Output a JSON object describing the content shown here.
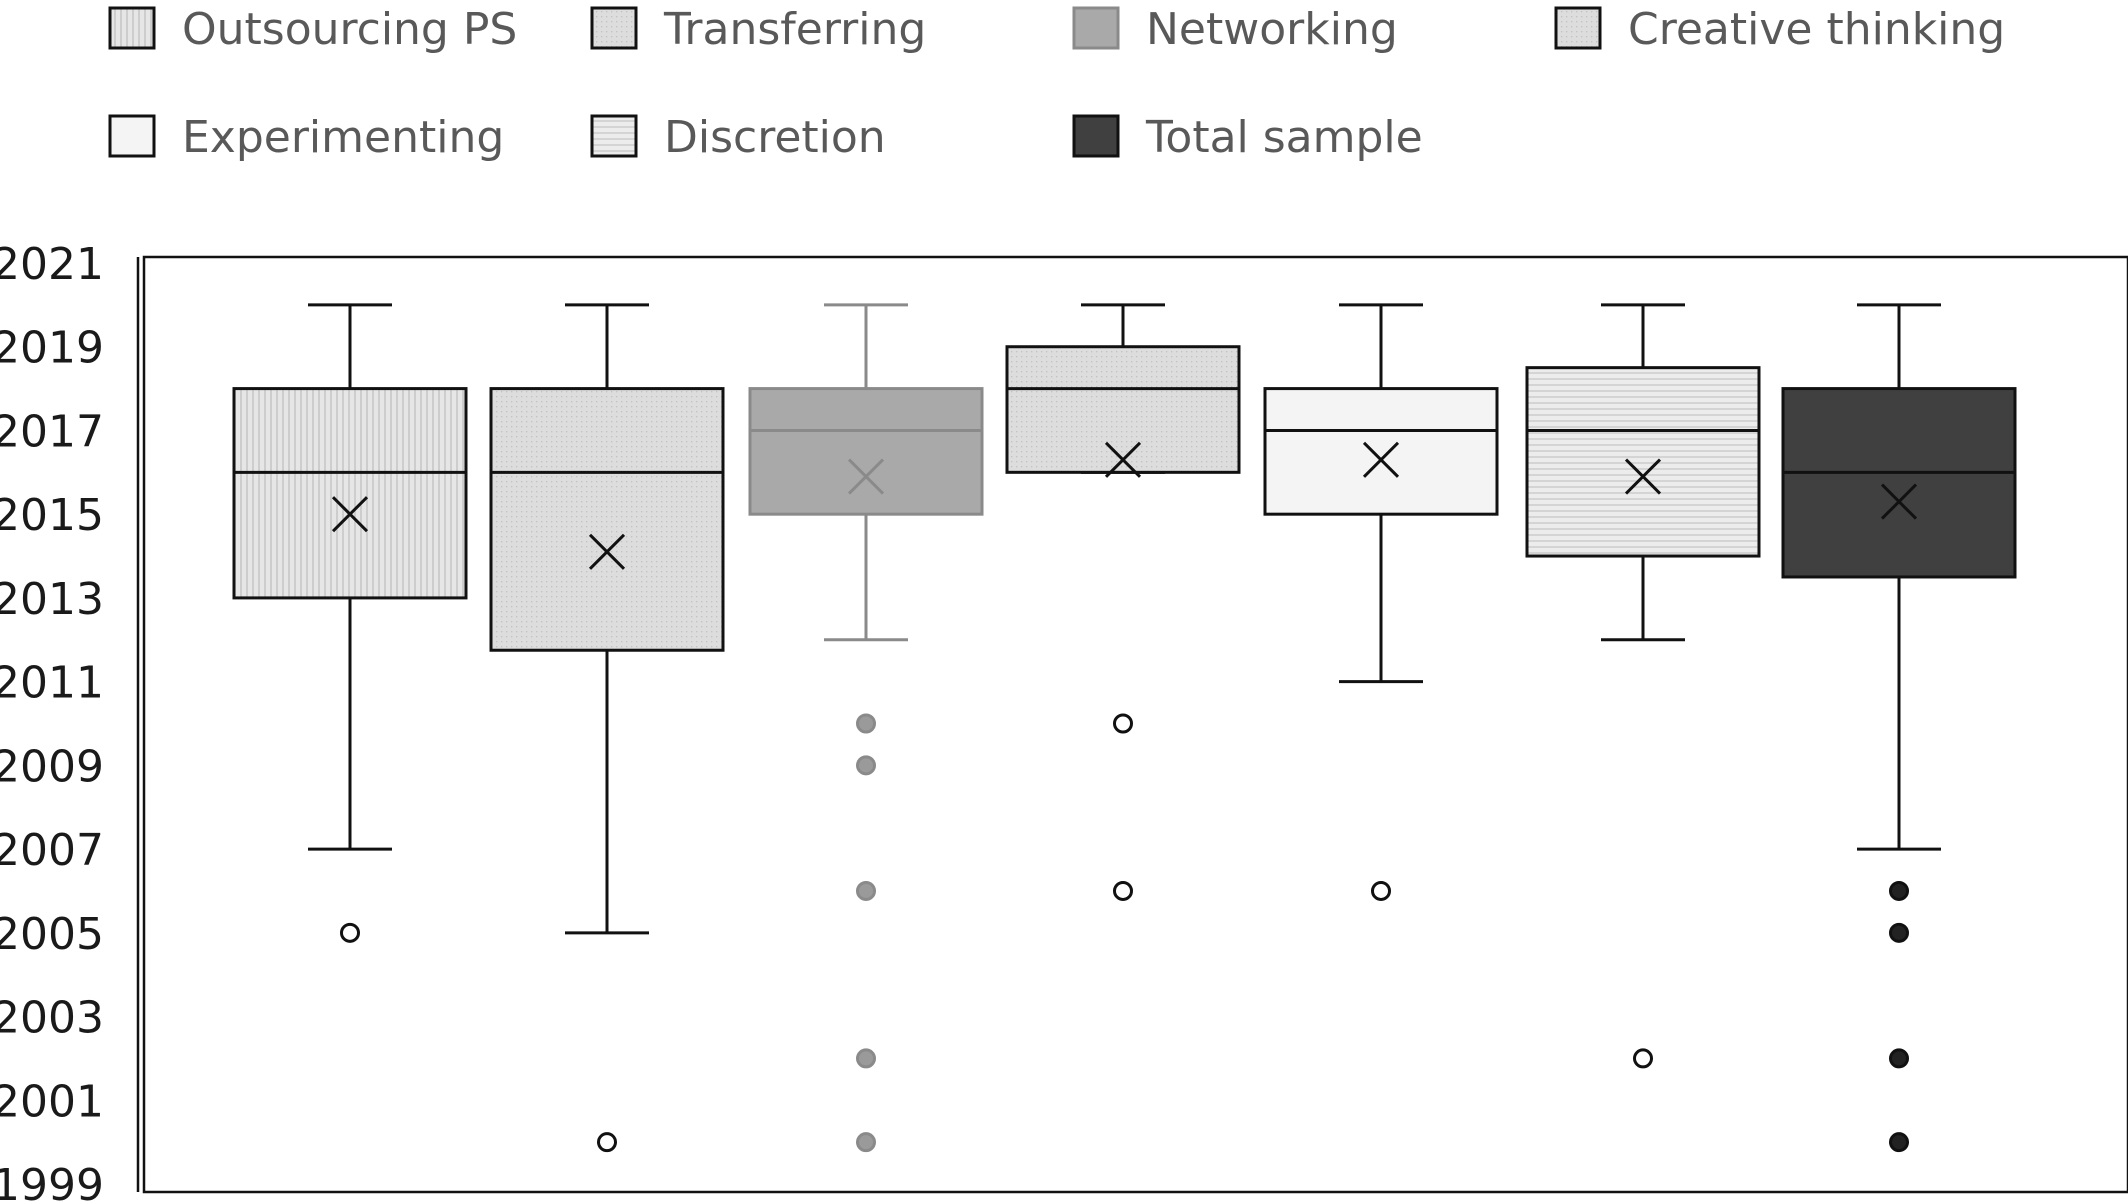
{
  "chart_data": {
    "type": "box",
    "title": "",
    "xlabel": "",
    "ylabel": "",
    "ylim": [
      1999,
      2021
    ],
    "ytick_values": [
      1999,
      2001,
      2003,
      2005,
      2007,
      2009,
      2011,
      2013,
      2015,
      2017,
      2019,
      2021
    ],
    "ytick_labels": [
      "1999",
      "2001",
      "2003",
      "2005",
      "2007",
      "2009",
      "2011",
      "2013",
      "2015",
      "2017",
      "2019",
      "2021"
    ],
    "grid": false,
    "legend_position": "top",
    "series": [
      {
        "name": "Outsourcing PS",
        "fill": "#e4e4e4",
        "pattern": "vertical",
        "stroke": "#111111",
        "outlier_fill": "#ffffff",
        "min": 2007,
        "q1": 2013,
        "median": 2016,
        "q3": 2018,
        "max": 2020,
        "mean": 2015,
        "outliers": [
          2005
        ]
      },
      {
        "name": "Transferring",
        "fill": "#dcdcdc",
        "pattern": "dots",
        "stroke": "#111111",
        "outlier_fill": "#ffffff",
        "min": 2005,
        "q1": 2011.75,
        "median": 2016,
        "q3": 2018,
        "max": 2020,
        "mean": 2014.1,
        "outliers": [
          2000
        ]
      },
      {
        "name": "Networking",
        "fill": "#a9a9a9",
        "pattern": "none",
        "stroke": "#8a8a8a",
        "outlier_fill": "#9a9a9a",
        "min": 2012,
        "q1": 2015,
        "median": 2017,
        "q3": 2018,
        "max": 2020,
        "mean": 2015.9,
        "outliers": [
          2010,
          2009,
          2006,
          2002,
          2000
        ]
      },
      {
        "name": "Creative thinking",
        "fill": "#dedede",
        "pattern": "dots",
        "stroke": "#111111",
        "outlier_fill": "#ffffff",
        "min": 2016,
        "q1": 2016,
        "median": 2018,
        "q3": 2019,
        "max": 2020,
        "mean": 2016.3,
        "outliers": [
          2010,
          2006
        ]
      },
      {
        "name": "Experimenting",
        "fill": "#f4f4f4",
        "pattern": "none",
        "stroke": "#111111",
        "outlier_fill": "#ffffff",
        "min": 2011,
        "q1": 2015,
        "median": 2017,
        "q3": 2018,
        "max": 2020,
        "mean": 2016.3,
        "outliers": [
          2006
        ]
      },
      {
        "name": "Discretion",
        "fill": "#e8e8e8",
        "pattern": "horizontal",
        "stroke": "#111111",
        "outlier_fill": "#ffffff",
        "min": 2012,
        "q1": 2014,
        "median": 2017,
        "q3": 2018.5,
        "max": 2020,
        "mean": 2015.9,
        "outliers": [
          2002
        ]
      },
      {
        "name": "Total sample",
        "fill": "#404040",
        "pattern": "none",
        "stroke": "#111111",
        "outlier_fill": "#222222",
        "min": 2007,
        "q1": 2013.5,
        "median": 2016,
        "q3": 2018,
        "max": 2020,
        "mean": 2015.3,
        "outliers": [
          2006,
          2005,
          2002,
          2000
        ]
      }
    ]
  }
}
